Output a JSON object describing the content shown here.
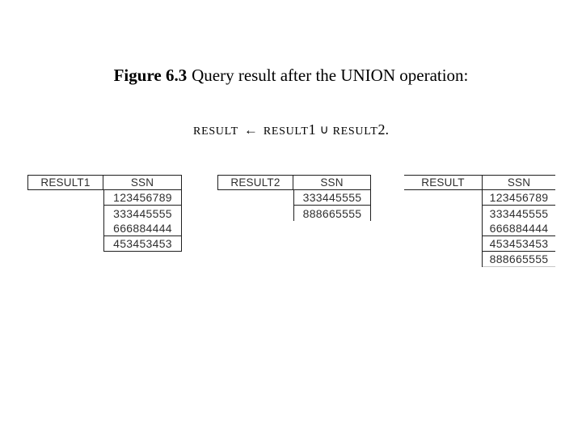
{
  "caption": {
    "bold": "Figure 6.3",
    "rest": "Query result after the UNION operation:"
  },
  "formula": {
    "lhs": "RESULT",
    "assign_arrow": "←",
    "operand1_name": "RESULT",
    "operand1_num": "1",
    "union_symbol": "∪",
    "operand2_name": "RESULT",
    "operand2_num": "2",
    "period": "."
  },
  "tables": [
    {
      "name": "RESULT1",
      "column": "SSN",
      "rows": [
        "123456789",
        "333445555",
        "666884444",
        "453453453"
      ]
    },
    {
      "name": "RESULT2",
      "column": "SSN",
      "rows": [
        "333445555",
        "888665555"
      ]
    },
    {
      "name": "RESULT",
      "column": "SSN",
      "rows": [
        "123456789",
        "333445555",
        "666884444",
        "453453453",
        "888665555"
      ]
    }
  ],
  "colors": {
    "background": "#ffffff",
    "border": "#1f1f1f",
    "text": "#2f2f2f",
    "faint_border": "#c6c6c6"
  }
}
